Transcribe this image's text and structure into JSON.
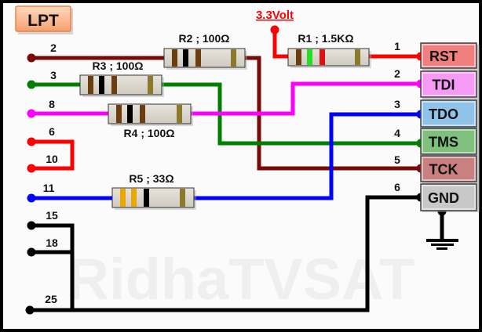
{
  "title": "LPT",
  "supply_label": "3.3Volt",
  "watermark": "RidhaTVSAT",
  "colors": {
    "rst": "#ff0000",
    "tck": "#7a0a0a",
    "tms": "#008000",
    "tdi": "#ff00ff",
    "tdo": "#0000ff",
    "gnd": "#000000",
    "jumper": "#ff0000"
  },
  "resistors": [
    {
      "id": "R1",
      "label": "R1 ; 1.5KΩ",
      "bands": [
        "#6b3e10",
        "#22e022",
        "#e01010",
        "#8b7a2b"
      ]
    },
    {
      "id": "R2",
      "label": "R2 ; 100Ω",
      "bands": [
        "#6b3e10",
        "#000000",
        "#6b3e10",
        "#8b7a2b"
      ]
    },
    {
      "id": "R3",
      "label": "R3 ; 100Ω",
      "bands": [
        "#6b3e10",
        "#000000",
        "#6b3e10",
        "#8b7a2b"
      ]
    },
    {
      "id": "R4",
      "label": "R4 ; 100Ω",
      "bands": [
        "#6b3e10",
        "#000000",
        "#6b3e10",
        "#8b7a2b"
      ]
    },
    {
      "id": "R5",
      "label": "R5 ; 33Ω",
      "bands": [
        "#e8a800",
        "#e8a800",
        "#000000",
        "#8b7a2b"
      ]
    }
  ],
  "lpt_pins": [
    "2",
    "3",
    "8",
    "6",
    "10",
    "11",
    "15",
    "18",
    "25"
  ],
  "jtag_pins": [
    {
      "num": "1",
      "name": "RST",
      "fill": "#f08080"
    },
    {
      "num": "2",
      "name": "TDI",
      "fill": "#f59af5"
    },
    {
      "num": "3",
      "name": "TDO",
      "fill": "#8fc3ea"
    },
    {
      "num": "4",
      "name": "TMS",
      "fill": "#7fc07f"
    },
    {
      "num": "5",
      "name": "TCK",
      "fill": "#c98080"
    },
    {
      "num": "6",
      "name": "GND",
      "fill": "#c8c8c8"
    }
  ]
}
